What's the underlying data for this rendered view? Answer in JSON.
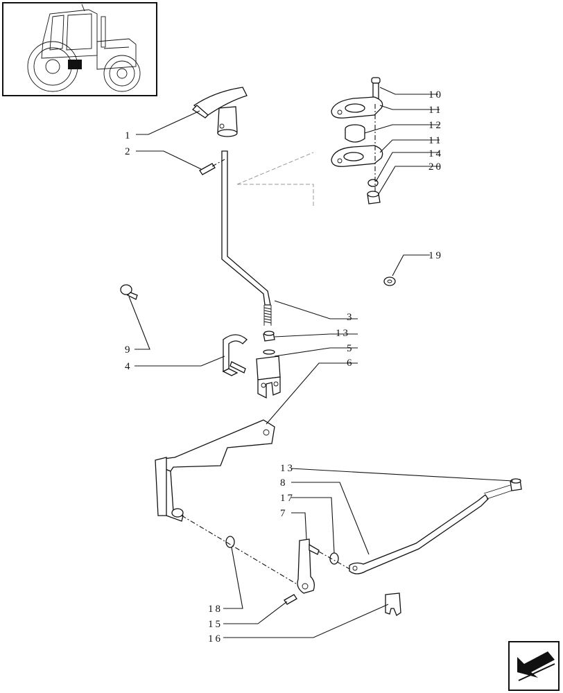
{
  "labels": {
    "l1": "1",
    "l2": "2",
    "l3": "3",
    "l4": "4",
    "l5": "5",
    "l6": "6",
    "l7": "7",
    "l8": "8",
    "l9": "9",
    "l10": "10",
    "l11a": "11",
    "l11b": "11",
    "l12": "12",
    "l13a": "13",
    "l13b": "13",
    "l14": "14",
    "l15": "15",
    "l16": "16",
    "l17": "17",
    "l18": "18",
    "l19": "19",
    "l20": "20"
  },
  "icons": {
    "thumbnail": "tractor-location-thumbnail",
    "nav": "previous-page-arrow-icon"
  },
  "colors": {
    "ink": "#111111",
    "background": "#ffffff"
  }
}
